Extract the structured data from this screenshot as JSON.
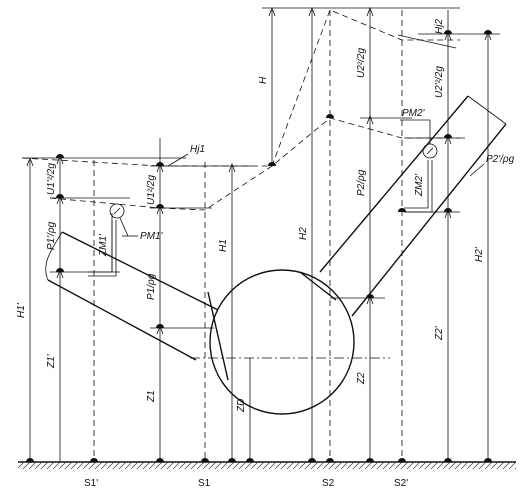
{
  "diagram": {
    "section_labels": {
      "s1p": "S1'",
      "s1": "S1",
      "s2": "S2",
      "s2p": "S2'"
    },
    "labels": {
      "H1p": "H1'",
      "Z1p": "Z1'",
      "P1p_pg": "P1'/ρg",
      "U1p_2g": "U1'²/2g",
      "ZM1p": "ZM1'",
      "PM1p": "PM1'",
      "P1_pg": "P1/ρg",
      "U1_2g": "U1²/2g",
      "Z1": "Z1",
      "H1": "H1",
      "Hj1": "Hj1",
      "ZD": "ZD",
      "H": "H",
      "H2": "H2",
      "Z2": "Z2",
      "P2_pg": "P2/ρg",
      "U2_2g": "U2²/2g",
      "Hj2": "Hj2",
      "PM2p": "PM2'",
      "ZM2p": "ZM2'",
      "U2p_2g": "U2'²/2g",
      "P2p_pg": "P2'/ρg",
      "H2p": "H2'",
      "Z2p": "Z2'"
    }
  }
}
